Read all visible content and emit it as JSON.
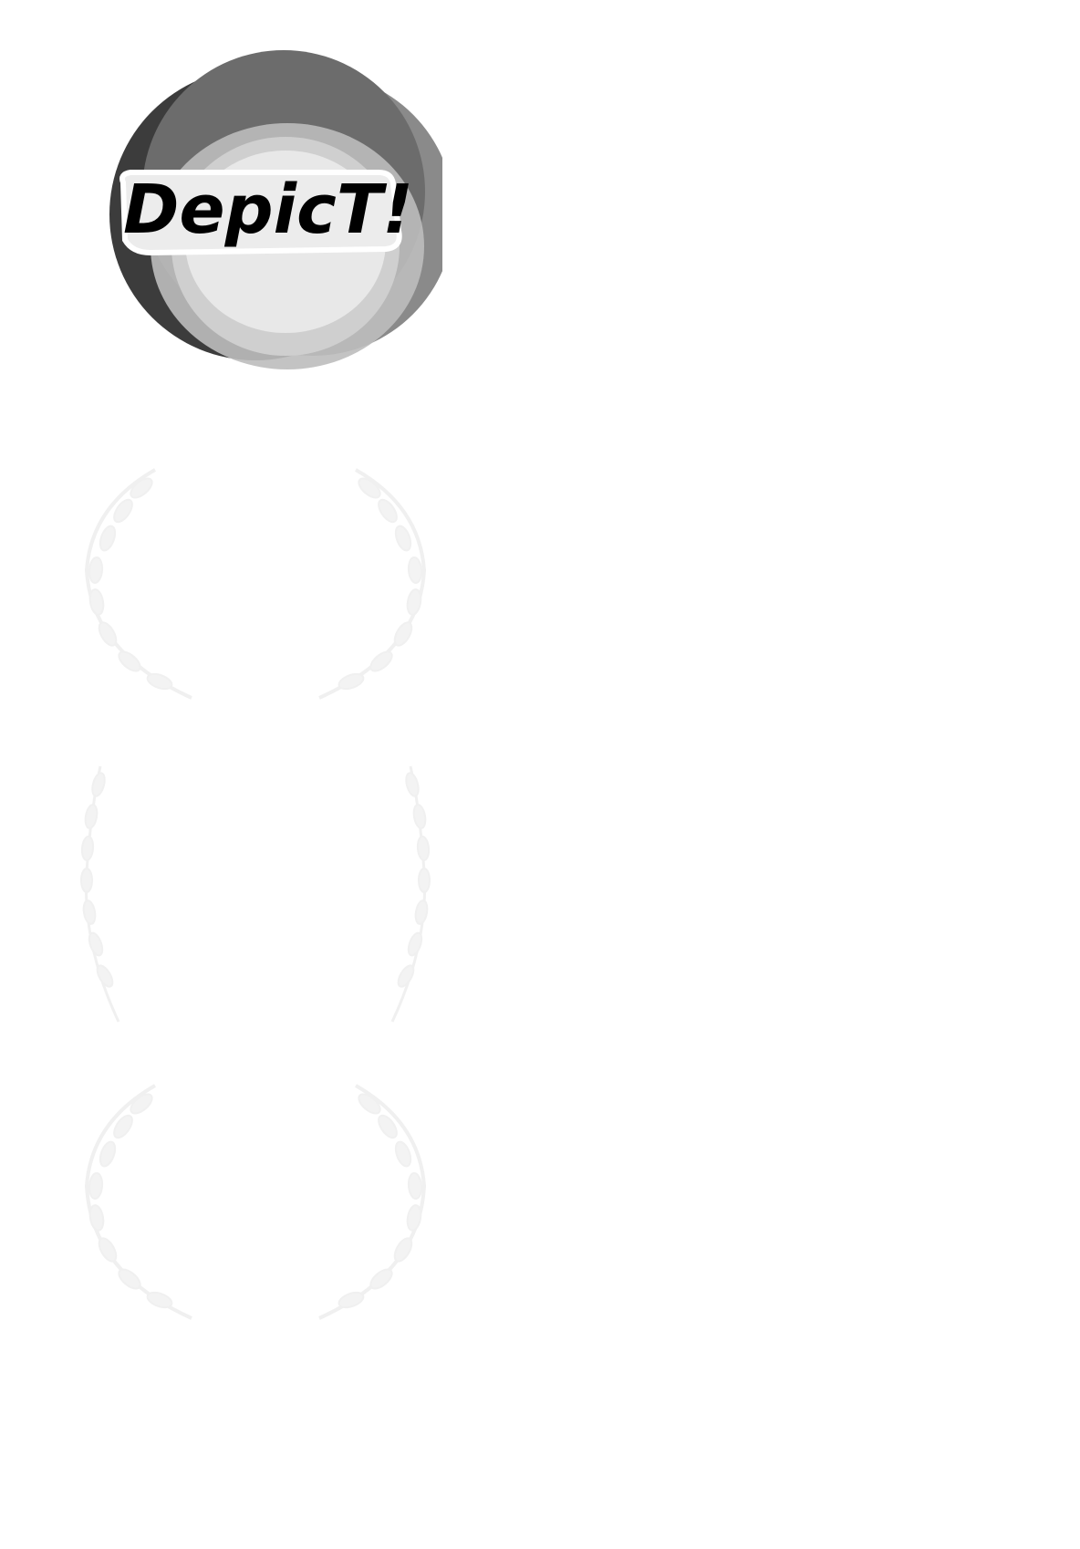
{
  "logo": {
    "text": "DepicT!",
    "colors": {
      "circle_top": "#6c6c6c",
      "circle_left": "#3c3c3c",
      "circle_right": "#8a8a8a",
      "overlap_light": "#bdbdbd",
      "center": "#e8e8e8",
      "text": "#000000"
    }
  },
  "laurels": [
    {
      "icon": "laurel-wreath-icon",
      "style": "open-bottom",
      "color": "#f3f3f3"
    },
    {
      "icon": "laurel-wreath-icon",
      "style": "tall-narrow",
      "color": "#f3f3f3"
    },
    {
      "icon": "laurel-wreath-icon",
      "style": "open-bottom",
      "color": "#f3f3f3"
    }
  ]
}
